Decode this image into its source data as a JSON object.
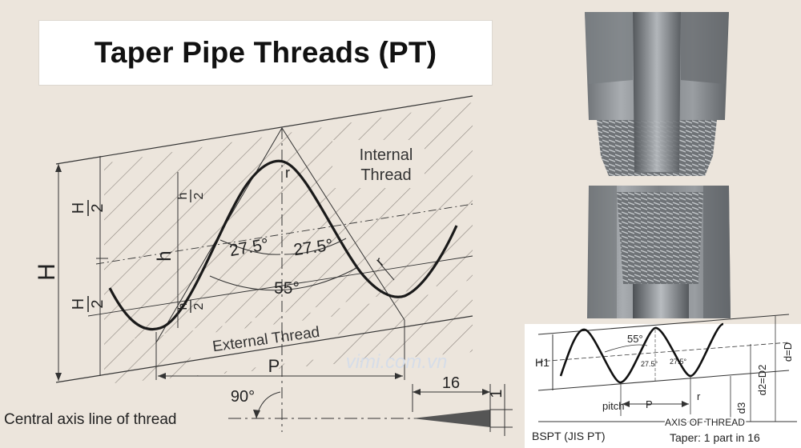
{
  "title": "Taper Pipe Threads (PT)",
  "main_diagram": {
    "internal_thread_label_1": "Internal",
    "internal_thread_label_2": "Thread",
    "external_thread_label": "External Thread",
    "height_label": "H",
    "half_height_num": "H",
    "half_height_den": "2",
    "thread_height_label": "h",
    "half_h_num": "h",
    "half_h_den": "2",
    "angle_left": "27.5°",
    "angle_right": "27.5°",
    "thread_angle": "55°",
    "radius_top": "r",
    "radius_right": "r",
    "pitch_label": "P",
    "right_angle": "90°",
    "taper_run": "16",
    "taper_rise": "1",
    "axis_caption": "Central axis line of thread"
  },
  "watermark": "vimi.com.vn",
  "bspt_diagram": {
    "angle": "55°",
    "half_angle_left": "27.5°",
    "half_angle_right": "27.5°",
    "h1": "H1",
    "pitch": "pitch",
    "p": "P",
    "r": "r",
    "d3": "d3",
    "d2": "d2=D2",
    "d": "d=D",
    "axis": "AXIS OF THREAD",
    "standard": "BSPT (JIS PT)",
    "taper": "Taper:    1 part in 16"
  },
  "colors": {
    "background": "#ece5dc",
    "thread_profile": "#1a1a1a",
    "hatch": "#7a736c",
    "fitting_metal": "#8e9296"
  }
}
